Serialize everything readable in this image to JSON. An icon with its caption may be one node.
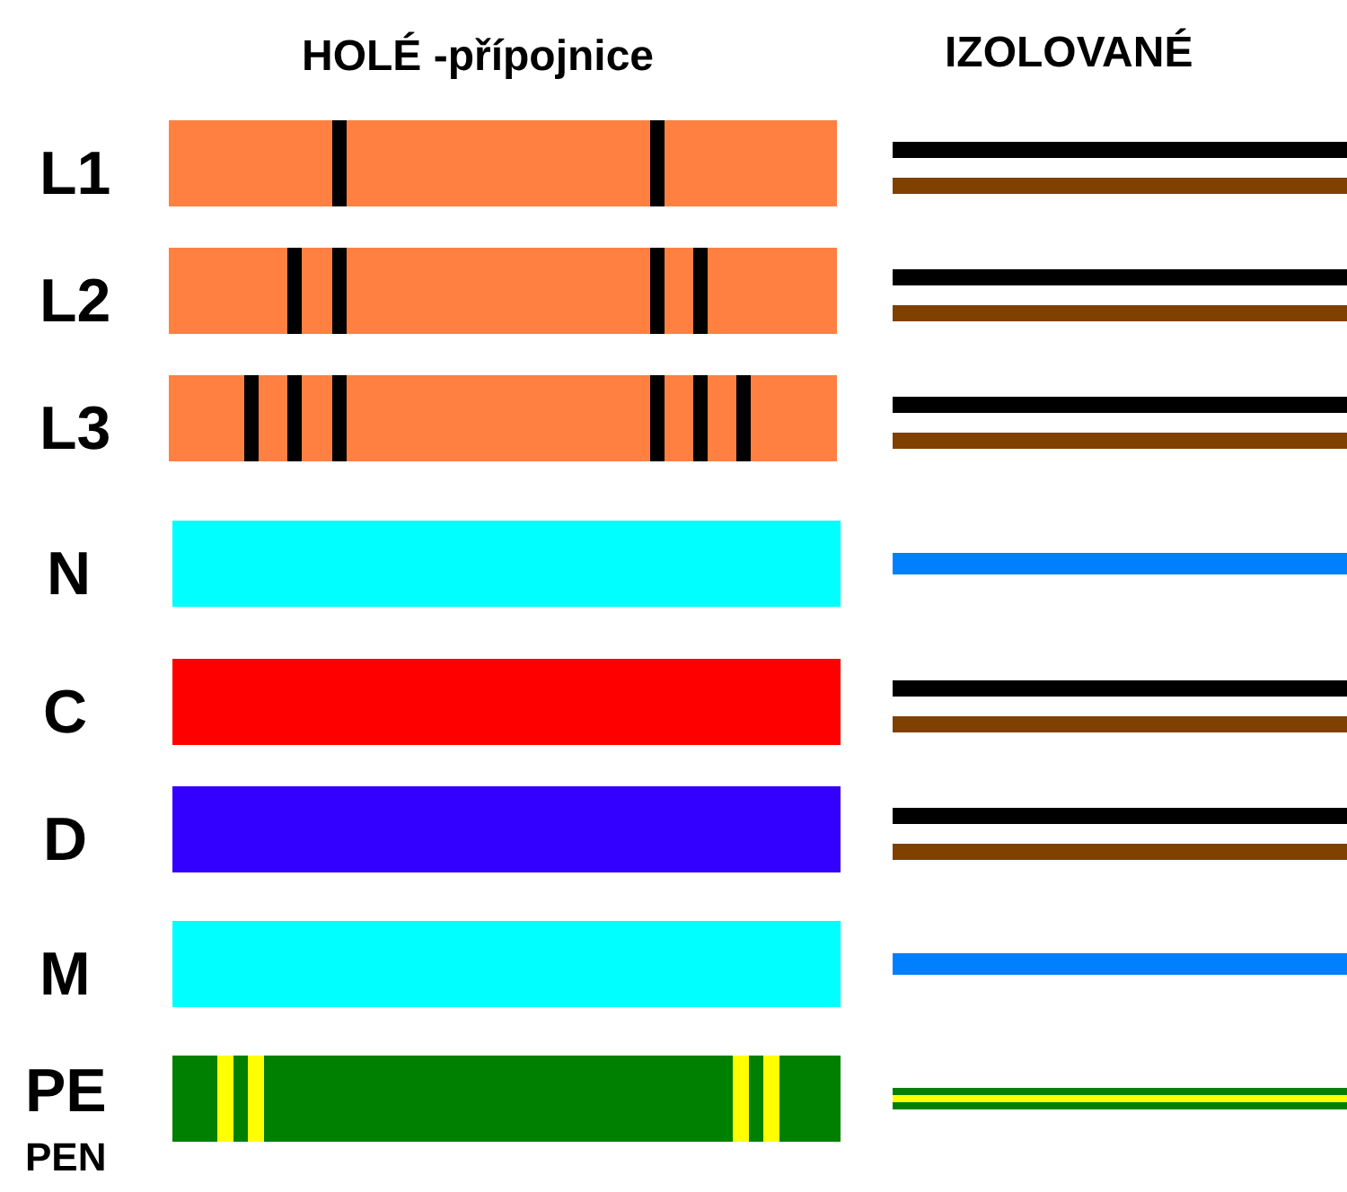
{
  "diagram": {
    "labels": [
      "HOLÉ -přípojnice",
      "IZOLOVANÉ",
      "L1",
      "L2",
      "L3",
      "N",
      "C",
      "D",
      "M",
      "PE",
      "PEN"
    ]
  }
}
